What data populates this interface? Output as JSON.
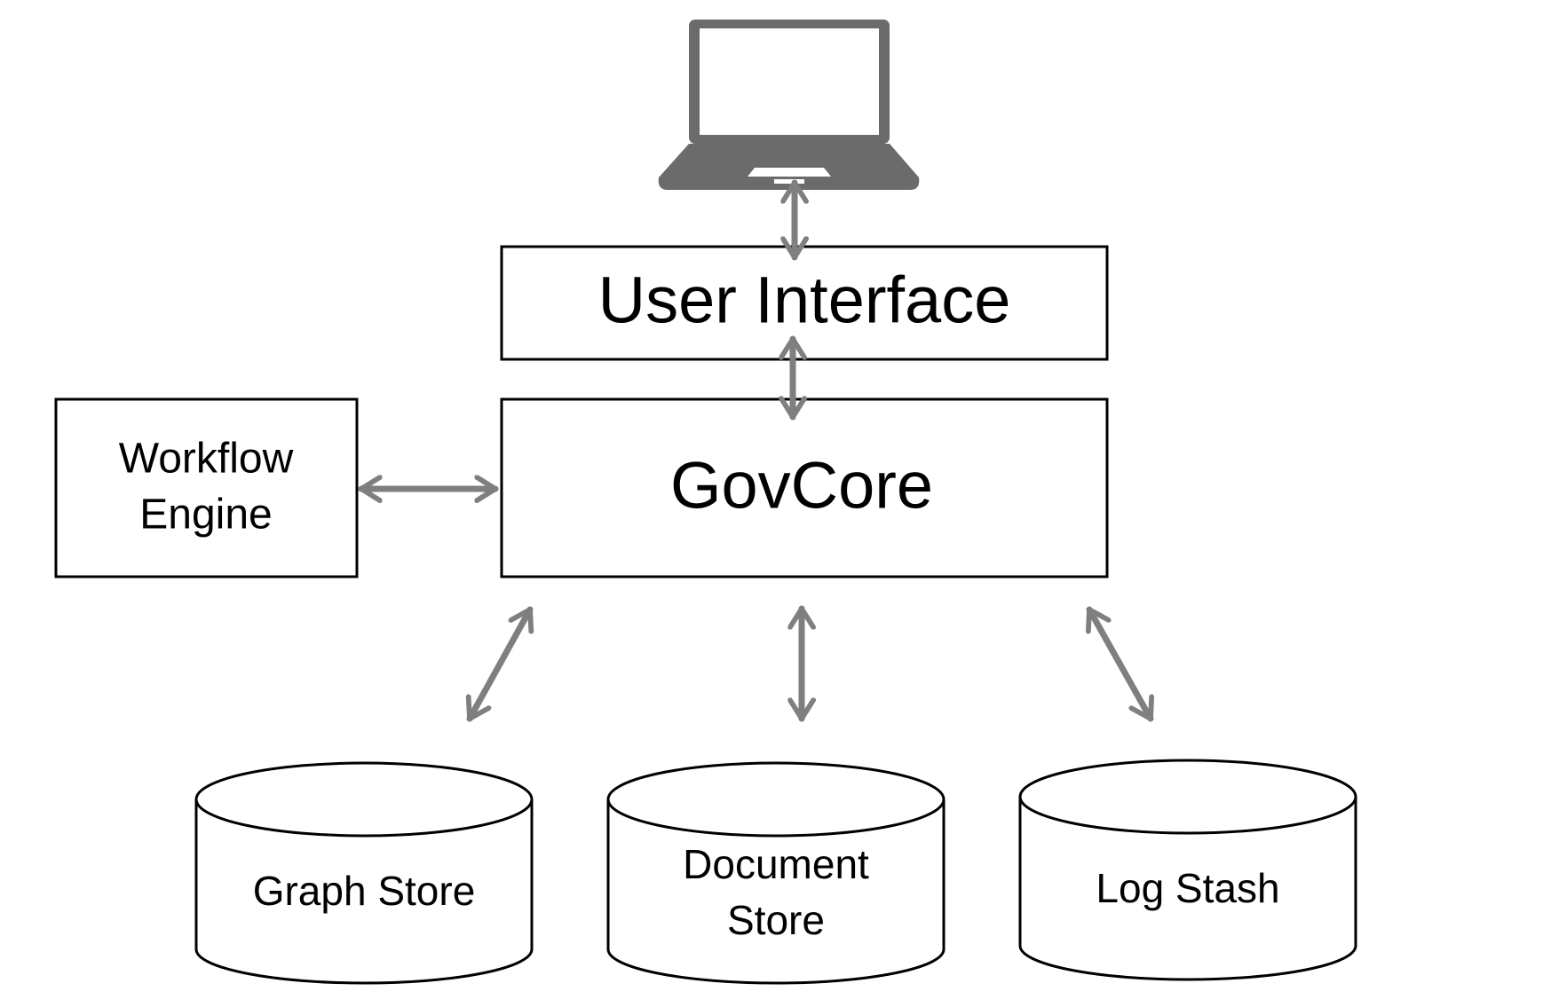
{
  "colors": {
    "arrow": "#7f7f7f",
    "laptop": "#6b6b6b",
    "stroke": "#000000",
    "background": "#ffffff"
  },
  "icons": {
    "client": "laptop-icon"
  },
  "nodes": {
    "user_interface": {
      "label": "User Interface"
    },
    "govcore": {
      "label": "GovCore"
    },
    "workflow_engine": {
      "line1": "Workflow",
      "line2": "Engine"
    },
    "graph_store": {
      "label": "Graph Store"
    },
    "document_store": {
      "line1": "Document",
      "line2": "Store"
    },
    "log_stash": {
      "label": "Log Stash"
    }
  }
}
